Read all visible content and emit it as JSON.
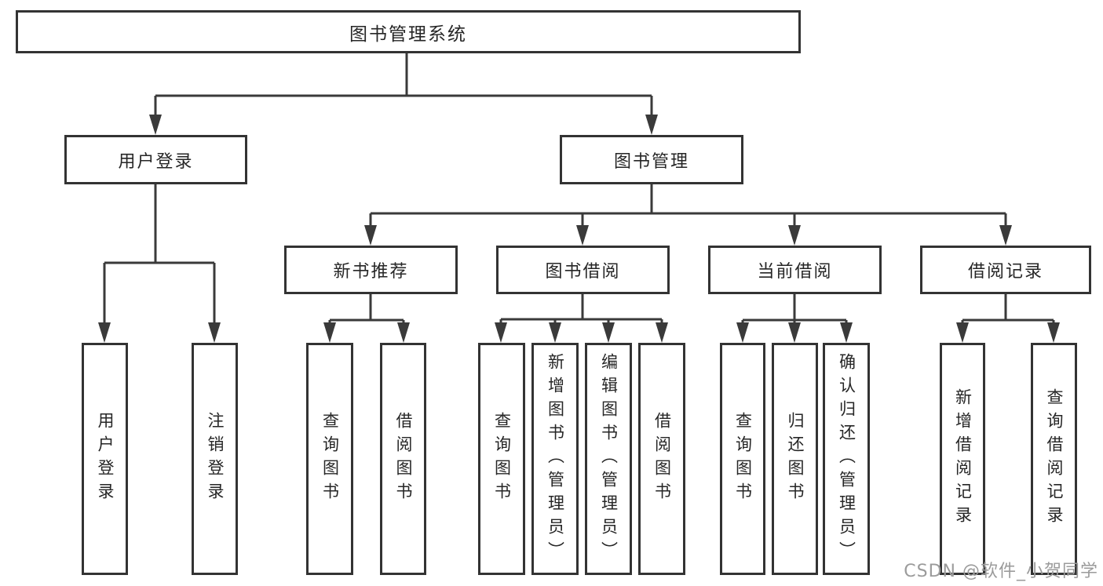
{
  "diagram": {
    "title": "图书管理系统",
    "branches": [
      {
        "label": "用户登录",
        "children": [
          {
            "label": "用户登录"
          },
          {
            "label": "注销登录"
          }
        ]
      },
      {
        "label": "图书管理",
        "children": [
          {
            "label": "新书推荐",
            "children": [
              {
                "label": "查询图书"
              },
              {
                "label": "借阅图书"
              }
            ]
          },
          {
            "label": "图书借阅",
            "children": [
              {
                "label": "查询图书"
              },
              {
                "label": "新增图书（管理员）"
              },
              {
                "label": "编辑图书（管理员）"
              },
              {
                "label": "借阅图书"
              }
            ]
          },
          {
            "label": "当前借阅",
            "children": [
              {
                "label": "查询图书"
              },
              {
                "label": "归还图书"
              },
              {
                "label": "确认归还（管理员）"
              }
            ]
          },
          {
            "label": "借阅记录",
            "children": [
              {
                "label": "新增借阅记录"
              },
              {
                "label": "查询借阅记录"
              }
            ]
          }
        ]
      }
    ]
  },
  "watermark": {
    "text": "CSDN @软件_小贺同学",
    "color": "#9b9b9b"
  },
  "colors": {
    "background": "#ffffff",
    "line": "#3a3a3a",
    "box_border": "#333333",
    "box_fill": "#ffffff",
    "text": "#262626"
  }
}
